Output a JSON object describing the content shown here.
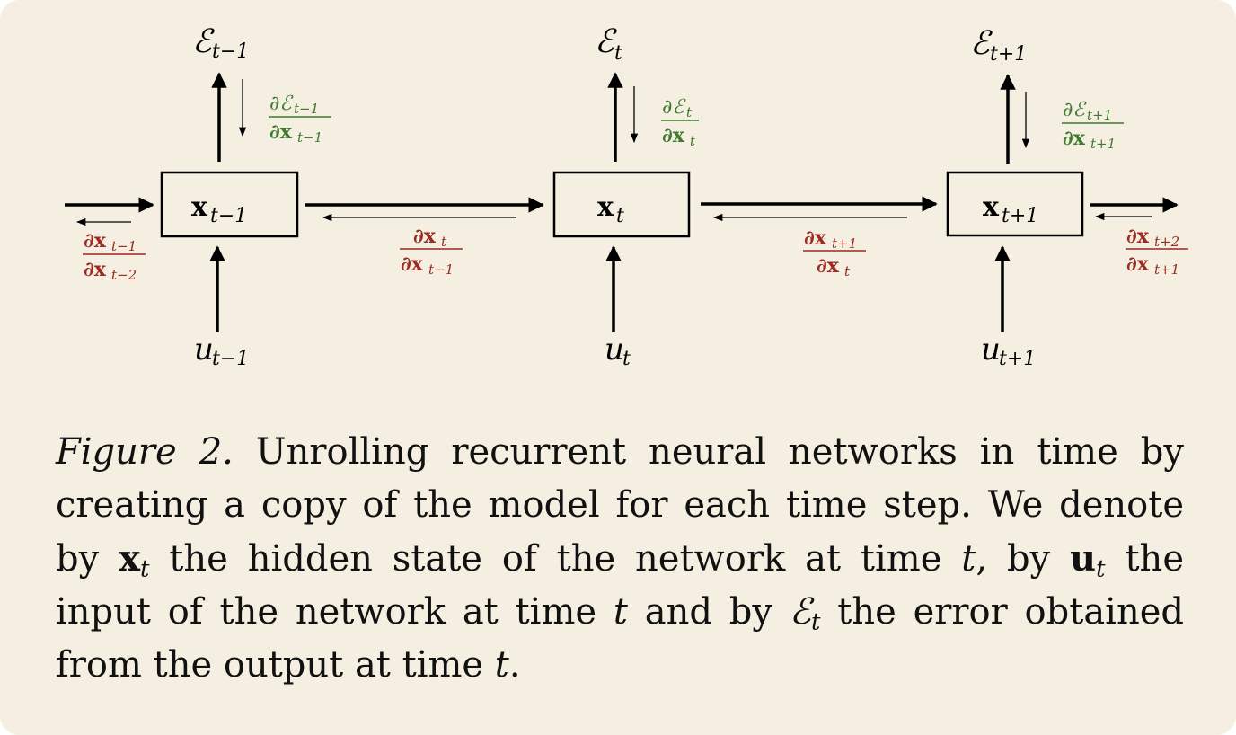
{
  "diagram": {
    "states": [
      {
        "name": "x",
        "sub": "t−1"
      },
      {
        "name": "x",
        "sub": "t"
      },
      {
        "name": "x",
        "sub": "t+1"
      }
    ],
    "errors": [
      {
        "name": "ℰ",
        "sub": "t−1"
      },
      {
        "name": "ℰ",
        "sub": "t"
      },
      {
        "name": "ℰ",
        "sub": "t+1"
      }
    ],
    "inputs": [
      {
        "name": "u",
        "sub": "t−1"
      },
      {
        "name": "u",
        "sub": "t"
      },
      {
        "name": "u",
        "sub": "t+1"
      }
    ],
    "error_grads": [
      {
        "num": "∂ℰ",
        "num_sub": "t−1",
        "den": "∂x",
        "den_sub": "t−1"
      },
      {
        "num": "∂ℰ",
        "num_sub": "t",
        "den": "∂x",
        "den_sub": "t"
      },
      {
        "num": "∂ℰ",
        "num_sub": "t+1",
        "den": "∂x",
        "den_sub": "t+1"
      }
    ],
    "state_grads": [
      {
        "num": "∂x",
        "num_sub": "t−1",
        "den": "∂x",
        "den_sub": "t−2"
      },
      {
        "num": "∂x",
        "num_sub": "t",
        "den": "∂x",
        "den_sub": "t−1"
      },
      {
        "num": "∂x",
        "num_sub": "t+1",
        "den": "∂x",
        "den_sub": "t"
      },
      {
        "num": "∂x",
        "num_sub": "t+2",
        "den": "∂x",
        "den_sub": "t+1"
      }
    ],
    "colors": {
      "line": "#000000",
      "error_grad": "#3f7a2e",
      "state_grad": "#9b2a22",
      "background": "#f4efe0"
    }
  },
  "caption": {
    "label": "Figure 2.",
    "l1": " Unrolling recurrent neural networks in time by",
    "l2": "creating a copy of the model for each time step. We denote",
    "l3a": "by ",
    "l3_x": "x",
    "l3_xsub": "t",
    "l3b": " the hidden state of the network at time ",
    "l3_t": "t",
    "l3c": ", by ",
    "l3_u": "u",
    "l3_usub": "t",
    "l3d": " the",
    "l4a": "input of the network at time ",
    "l4_t": "t",
    "l4b": " and by ",
    "l4_e": "ℰ",
    "l4_esub": "t",
    "l4c": " the error obtained",
    "l5a": "from the output at time ",
    "l5_t": "t",
    "l5b": "."
  }
}
